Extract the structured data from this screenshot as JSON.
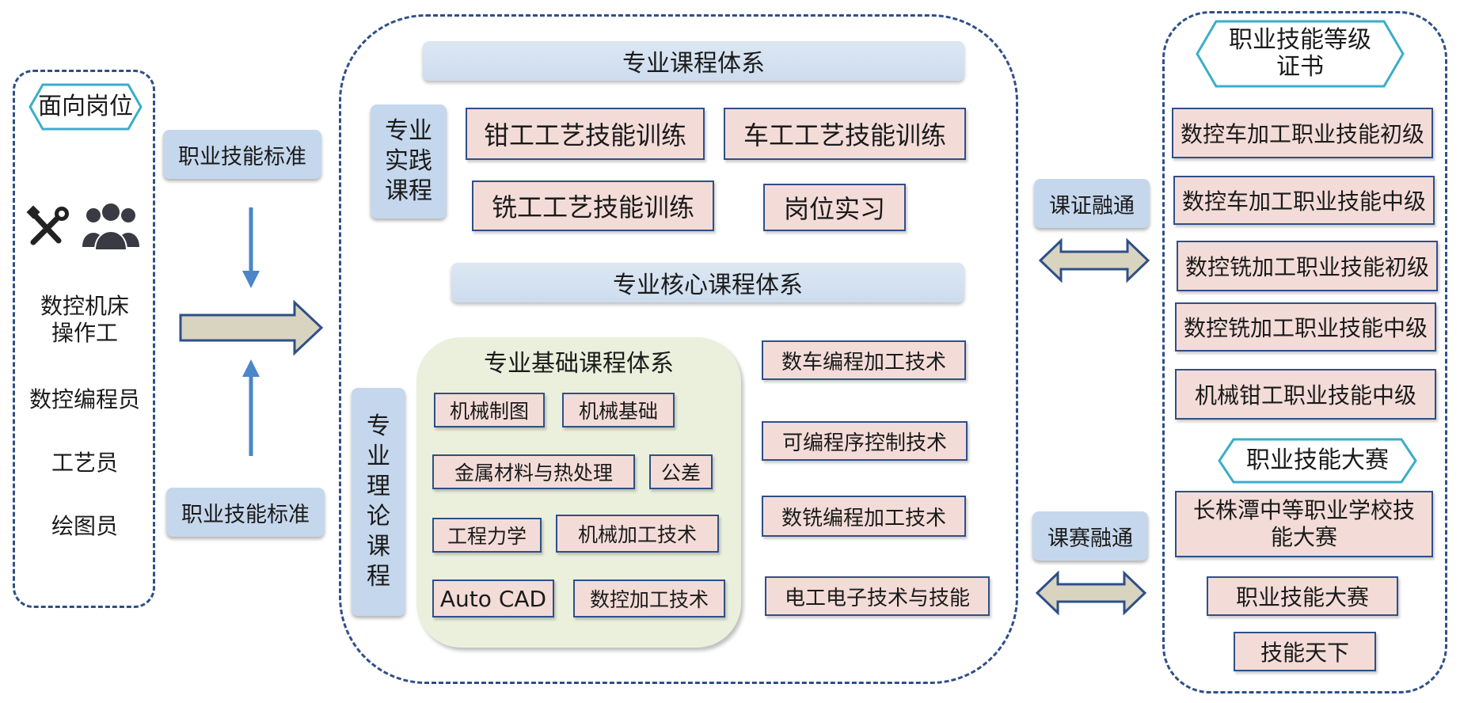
{
  "left": {
    "header": "面向岗位",
    "jobs": [
      "数控机床操作工",
      "数控编程员",
      "工艺员",
      "绘图员"
    ],
    "jobs_lines": [
      [
        "数控机床",
        "操作工"
      ]
    ],
    "icons": [
      "tools-icon",
      "people-icon"
    ]
  },
  "standards": {
    "top": "职业技能标准",
    "bottom": "职业技能标准"
  },
  "center": {
    "practice_header": "专业课程体系",
    "practice_label": [
      "专业",
      "实践",
      "课程"
    ],
    "practice_items": [
      "钳工工艺技能训练",
      "车工工艺技能训练",
      "铣工工艺技能训练",
      "岗位实习"
    ],
    "core_header": "专业核心课程体系",
    "theory_label": [
      "专",
      "业",
      "理",
      "论",
      "课",
      "程"
    ],
    "foundation_header": "专业基础课程体系",
    "foundation_items": [
      "机械制图",
      "机械基础",
      "金属材料与热处理",
      "公差",
      "工程力学",
      "机械加工技术",
      "Auto CAD",
      "数控加工技术"
    ],
    "core_items": [
      "数车编程加工技术",
      "可编程序控制技术",
      "数铣编程加工技术",
      "电工电子技术与技能"
    ]
  },
  "links": {
    "cert": "课证融通",
    "contest": "课赛融通"
  },
  "right": {
    "cert_header": [
      "职业技能等级",
      "证书"
    ],
    "certs": [
      "数控车加工职业技能初级",
      "数控车加工职业技能中级",
      "数控铣加工职业技能初级",
      "数控铣加工职业技能中级",
      "机械钳工职业技能中级"
    ],
    "contest_header": "职业技能大赛",
    "contests": [
      "长株潭中等职业学校技能大赛",
      "职业技能大赛",
      "技能天下"
    ],
    "contest_lines": [
      [
        "长株潭中等职业学校技",
        "能大赛"
      ]
    ]
  },
  "colors": {
    "border": "#2f4f88",
    "box_fill": "#f3dcd8",
    "pill_fill": "#c5d7ec",
    "hex_stroke": "#3aaec8",
    "arrow_blue": "#4a86c8",
    "green_fill": "#eaf0dc"
  }
}
